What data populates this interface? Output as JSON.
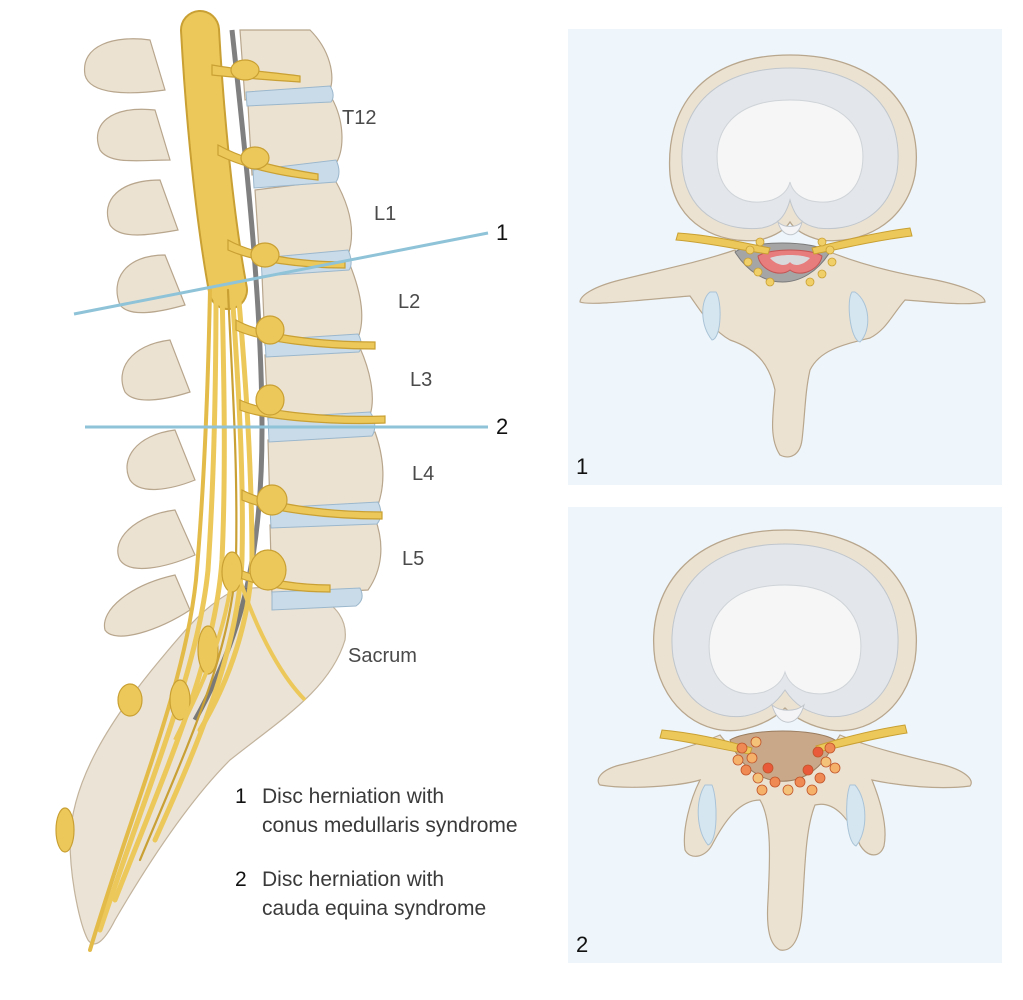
{
  "vertebra_labels": [
    "T12",
    "L1",
    "L2",
    "L3",
    "L4",
    "L5",
    "Sacrum"
  ],
  "section_markers": [
    "1",
    "2"
  ],
  "panel_labels": [
    "1",
    "2"
  ],
  "legend": [
    {
      "number": "1",
      "line1": "Disc herniation with",
      "line2": "conus medullaris syndrome"
    },
    {
      "number": "2",
      "line1": "Disc herniation with",
      "line2": "cauda equina syndrome"
    }
  ],
  "colors": {
    "bone": "#ece2d2",
    "bone_outline": "#b8a68d",
    "nerve": "#ecc85a",
    "nerve_outline": "#c9a033",
    "disc": "#c9dbe8",
    "cut_line": "#8ec3d8",
    "panel_bg": "#eef6fb",
    "herniation_mild": "#e77d7d",
    "herniation_severe": "#f08a55"
  }
}
